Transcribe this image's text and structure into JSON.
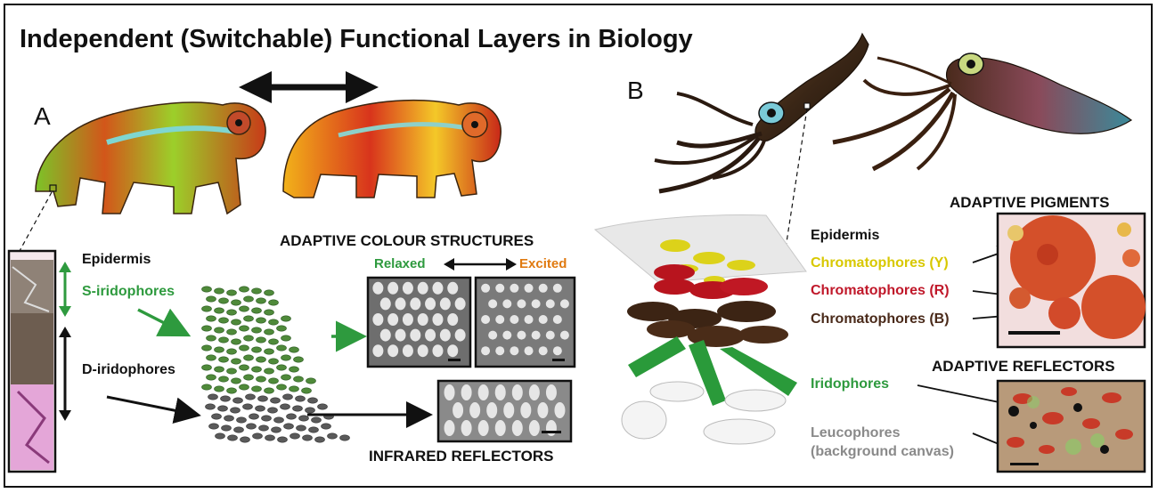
{
  "title": "Independent (Switchable) Functional Layers in Biology",
  "panel_a": {
    "label": "A",
    "epidermis": "Epidermis",
    "s_iridophores": "S-iridophores",
    "d_iridophores": "D-iridophores",
    "adaptive_colour_structures": "ADAPTIVE COLOUR STRUCTURES",
    "relaxed": "Relaxed",
    "excited": "Excited",
    "infrared_reflectors": "INFRARED REFLECTORS"
  },
  "panel_b": {
    "label": "B",
    "epidermis": "Epidermis",
    "chromatophores_y": "Chromatophores (Y)",
    "chromatophores_r": "Chromatophores (R)",
    "chromatophores_b": "Chromatophores (B)",
    "iridophores": "Iridophores",
    "leucophores": "Leucophores",
    "background_canvas": "(background canvas)",
    "adaptive_pigments": "ADAPTIVE PIGMENTS",
    "adaptive_reflectors": "ADAPTIVE REFLECTORS"
  },
  "colors": {
    "green": "#2e9a3e",
    "orange": "#e07a10",
    "yellow": "#e8d400",
    "red": "#c0182a",
    "brown": "#4a2a1a",
    "grey": "#8a8a8a"
  }
}
